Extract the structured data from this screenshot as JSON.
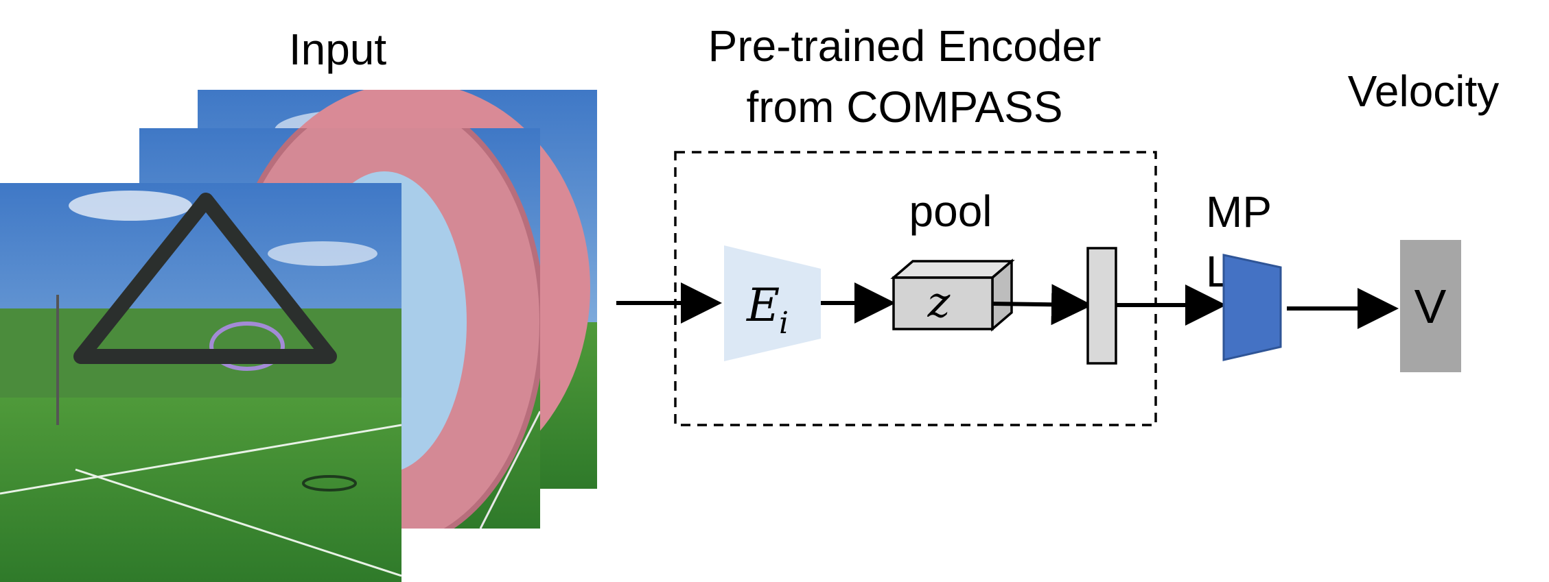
{
  "labels": {
    "input": "Input",
    "encoder_line1": "Pre-trained Encoder",
    "encoder_line2": "from COMPASS",
    "pool": "pool",
    "mlp_line1": "MP",
    "mlp_line2": "L",
    "velocity": "Velocity",
    "encoder_symbol": "E",
    "encoder_subscript": "i",
    "latent_symbol": "z",
    "output_symbol": "V"
  },
  "colors": {
    "encoder_fill": "#dce8f5",
    "latent_fill": "#d3d3d3",
    "pool_fill": "#d9d9d9",
    "mlp_fill": "#4472c4",
    "output_fill": "#a6a6a6",
    "arrow": "#000000"
  },
  "input_frames": [
    {
      "name": "frame-back",
      "scene": "torus-ring"
    },
    {
      "name": "frame-middle",
      "scene": "torus-ring-close"
    },
    {
      "name": "frame-front",
      "scene": "triangle-gate"
    }
  ]
}
